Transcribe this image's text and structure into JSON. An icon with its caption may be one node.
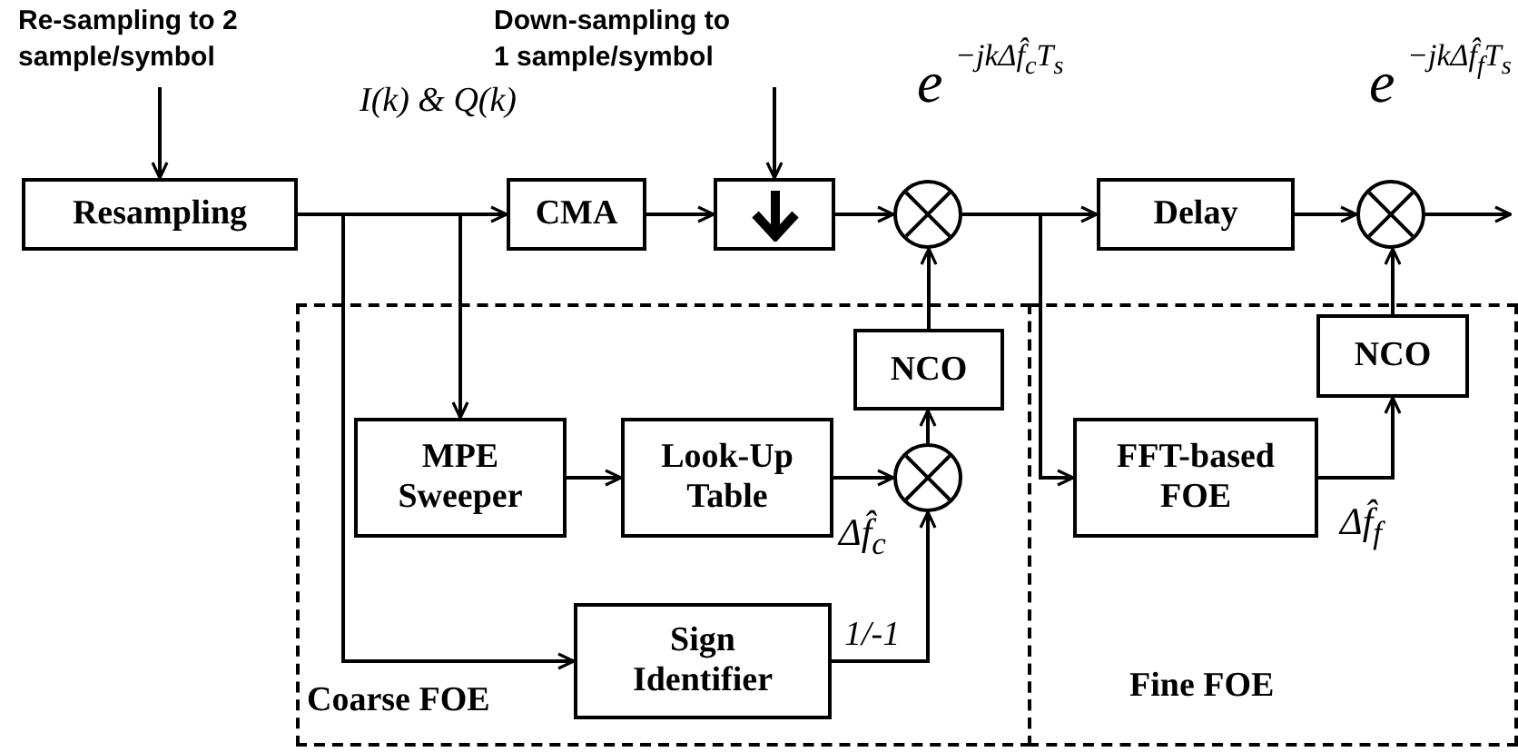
{
  "diagram": {
    "nodes": [
      {
        "text": [
          "Re-sampling to 2 sample/symbol"
        ]
      },
      {
        "text": [
          "Down-sampling to 1 sample/symbol"
        ]
      },
      {
        "text": [
          "Resampling"
        ]
      },
      {
        "text": [
          "CMA"
        ]
      },
      {
        "text": [],
        "shape": "box"
      },
      {
        "text": [],
        "shape": "circle",
        "beside": [
          "e",
          "−jkΔf̂$_{c}$T$_{s}$"
        ]
      },
      {
        "text": [
          "Delay"
        ]
      },
      {
        "text": [],
        "shape": "circle",
        "beside": [
          "e",
          "−jkΔf̂$_{f}$T$_{s}$"
        ]
      },
      {
        "text": [
          "Coarse FOE"
        ]
      },
      {
        "text": [
          "NCO"
        ],
        "in": 8
      },
      {
        "text": [
          "MPE Sweeper"
        ],
        "in": 8
      },
      {
        "text": [
          "Look-Up Table"
        ],
        "in": 8
      },
      {
        "text": [],
        "shape": "circle",
        "in": 8
      },
      {
        "text": [
          "Sign Identifier"
        ],
        "in": 8
      },
      {
        "text": [
          "Fine FOE"
        ]
      },
      {
        "text": [
          "NCO"
        ],
        "in": 14
      },
      {
        "text": [
          "FFT-based FOE"
        ],
        "in": 14
      }
    ],
    "edges": [
      {
        "from": 0,
        "to": 2,
        "arrow": "to"
      },
      {
        "from": 1,
        "to": 4,
        "arrow": "to"
      },
      {
        "from": 2,
        "to": 3,
        "arrow": "to",
        "label": "I(k) & Q(k)"
      },
      {
        "from": 3,
        "to": 4,
        "arrow": "to"
      },
      {
        "from": 4,
        "to": 5,
        "arrow": "to"
      },
      {
        "from": 5,
        "to": 6,
        "arrow": "to"
      },
      {
        "from": 6,
        "to": 7,
        "arrow": "to"
      },
      {
        "from": 7,
        "to": null,
        "arrow": "to"
      },
      {
        "from": 2,
        "to": 10,
        "arrow": "to"
      },
      {
        "from": 2,
        "to": 13,
        "arrow": "to"
      },
      {
        "from": 10,
        "to": 11,
        "arrow": "to"
      },
      {
        "from": 11,
        "to": 12,
        "arrow": "to",
        "label": "Δf̂$_{c}$"
      },
      {
        "from": 13,
        "to": 12,
        "arrow": "to",
        "label": "1/-1"
      },
      {
        "from": 12,
        "to": 9,
        "arrow": "to"
      },
      {
        "from": 9,
        "to": 5,
        "arrow": "to"
      },
      {
        "from": 5,
        "to": 16,
        "arrow": "to"
      },
      {
        "from": 16,
        "to": 15,
        "arrow": "to",
        "label": "Δf̂$_{f}$"
      },
      {
        "from": 15,
        "to": 7,
        "arrow": "to"
      }
    ]
  }
}
